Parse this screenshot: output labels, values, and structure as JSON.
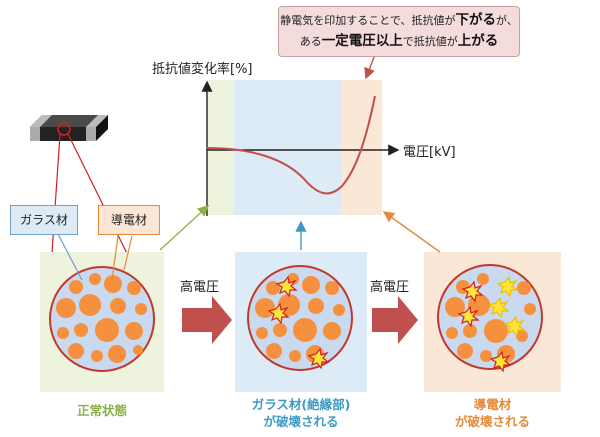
{
  "callout": {
    "line1_a": "静電気を印加することで、抵抗値が",
    "line1_b": "下がる",
    "line1_c": "が、",
    "line2_a": "ある",
    "line2_b": "一定電圧以上",
    "line2_c": "で抵抗値が",
    "line2_d": "上がる"
  },
  "graph": {
    "ylabel": "抵抗値変化率[%]",
    "xlabel": "電圧[kV]"
  },
  "labels": {
    "glass": "ガラス材",
    "conductor": "導電材",
    "arrow1": "高電圧",
    "arrow2": "高電圧"
  },
  "captions": {
    "normal": "正常状態",
    "glass_broken_1": "ガラス材(絶縁部)",
    "glass_broken_2": "が破壊される",
    "cond_broken_1": "導電材",
    "cond_broken_2": "が破壊される"
  },
  "colors": {
    "green_zone": "#eef3de",
    "blue_zone": "#dcebf5",
    "orange_zone": "#fbe7d6",
    "particle": "#f5913e",
    "matrix": "#c9d9ef",
    "curve": "#c0504d",
    "big_arrow": "#c0504d",
    "caption_green": "#8db04a",
    "caption_blue": "#3d9ac5",
    "caption_orange": "#e58a3a"
  }
}
